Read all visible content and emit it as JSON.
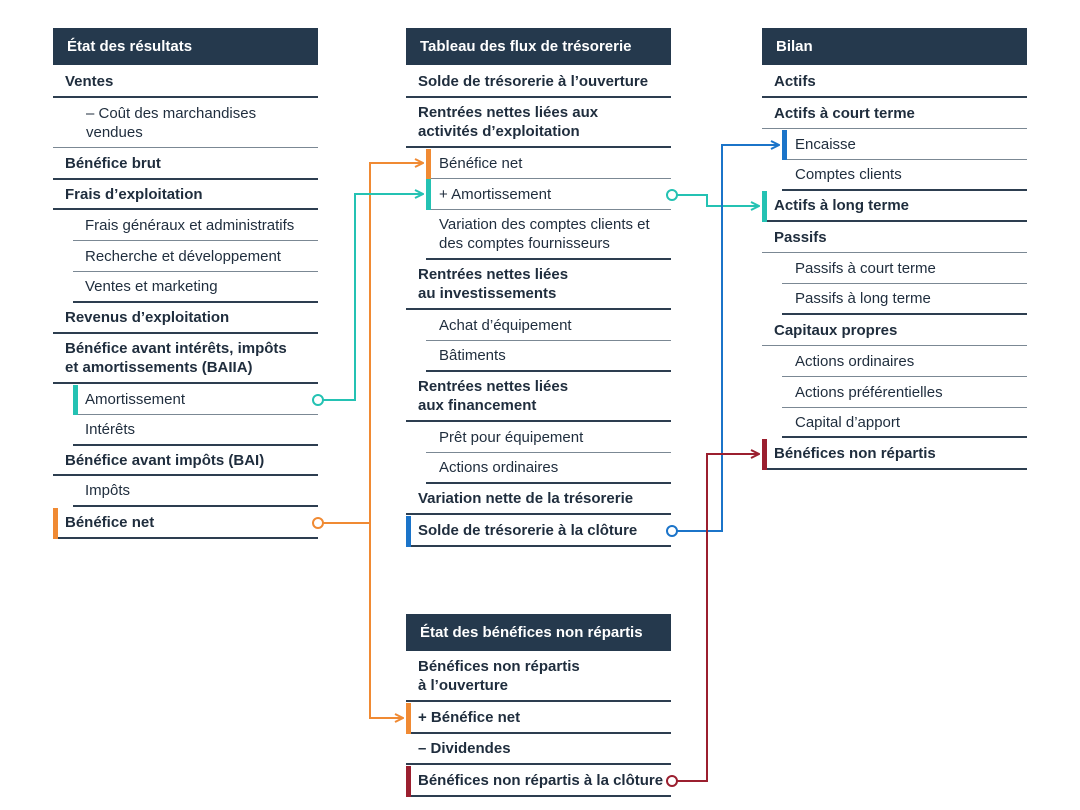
{
  "income": {
    "title": "État des résultats",
    "rows": [
      {
        "label": "Ventes"
      },
      {
        "label": "– Coût des marchandises vendues"
      },
      {
        "label": "Bénéfice brut"
      },
      {
        "label": "Frais d’exploitation"
      },
      {
        "label": "Frais généraux et administratifs"
      },
      {
        "label": "Recherche et développement"
      },
      {
        "label": "Ventes et marketing"
      },
      {
        "label": "Revenus d’exploitation"
      },
      {
        "label": "Bénéfice avant intérêts, impôts et amortissements (BAIIA)"
      },
      {
        "label": "Amortissement"
      },
      {
        "label": "Intérêts"
      },
      {
        "label": "Bénéfice avant impôts (BAI)"
      },
      {
        "label": "Impôts"
      },
      {
        "label": "Bénéfice net"
      }
    ]
  },
  "cashflow": {
    "title": "Tableau des flux de trésorerie",
    "rows": [
      {
        "label": "Solde de trésorerie à l’ouverture"
      },
      {
        "label": "Rentrées nettes liées aux activités d’exploitation"
      },
      {
        "label": "Bénéfice net"
      },
      {
        "label": "+ Amortissement"
      },
      {
        "label": "Variation des comptes clients et des comptes fournisseurs"
      },
      {
        "label": "Rentrées nettes liées au investissements"
      },
      {
        "label": "Achat d’équipement"
      },
      {
        "label": "Bâtiments"
      },
      {
        "label": "Rentrées nettes liées aux financement"
      },
      {
        "label": "Prêt pour équipement"
      },
      {
        "label": "Actions ordinaires"
      },
      {
        "label": "Variation nette de la trésorerie"
      },
      {
        "label": "Solde de trésorerie à la clôture"
      }
    ]
  },
  "retained": {
    "title": "État des bénéfices non répartis",
    "rows": [
      {
        "label": "Bénéfices non répartis à l’ouverture"
      },
      {
        "label": "+ Bénéfice net"
      },
      {
        "label": "– Dividendes"
      },
      {
        "label": "Bénéfices non répartis à la clôture"
      }
    ]
  },
  "balance": {
    "title": "Bilan",
    "rows": [
      {
        "label": "Actifs"
      },
      {
        "label": "Actifs à court terme"
      },
      {
        "label": "Encaisse"
      },
      {
        "label": "Comptes clients"
      },
      {
        "label": "Actifs à long terme"
      },
      {
        "label": "Passifs"
      },
      {
        "label": "Passifs à court terme"
      },
      {
        "label": "Passifs à long terme"
      },
      {
        "label": "Capitaux propres"
      },
      {
        "label": "Actions ordinaires"
      },
      {
        "label": "Actions préférentielles"
      },
      {
        "label": "Capital d’apport"
      },
      {
        "label": "Bénéfices non répartis"
      }
    ]
  },
  "colors": {
    "header": "#25394d",
    "orange": "#f08a33",
    "teal": "#24c2b3",
    "blue": "#1b74c9",
    "red": "#9b1f2f"
  }
}
